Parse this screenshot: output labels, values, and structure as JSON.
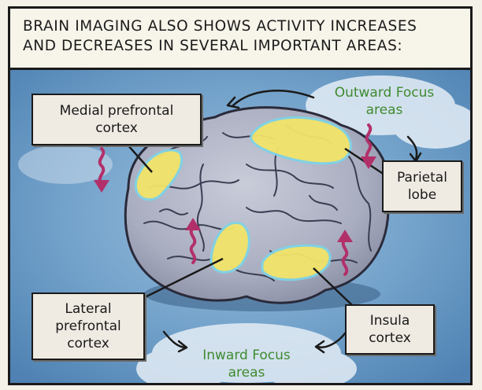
{
  "caption": {
    "line1": "Brain imaging also shows activity increases",
    "line2": "and decreases in several important areas:"
  },
  "labels": {
    "medial_prefrontal": [
      "Medial prefrontal",
      "cortex"
    ],
    "parietal": [
      "Parietal",
      "lobe"
    ],
    "lateral_prefrontal": [
      "Lateral",
      "prefrontal",
      "cortex"
    ],
    "insula": [
      "Insula",
      "cortex"
    ],
    "outward_focus": [
      "Outward Focus",
      "areas"
    ],
    "inward_focus": [
      "Inward Focus",
      "areas"
    ]
  },
  "colors": {
    "highlight": "#f2e46a",
    "arrow": "#b2306a",
    "outward_text": "#3f8a2f",
    "sky": "#6f9fc8"
  },
  "activity_arrows": [
    {
      "region": "medial prefrontal cortex",
      "direction": "down"
    },
    {
      "region": "parietal lobe",
      "direction": "down"
    },
    {
      "region": "lateral prefrontal cortex",
      "direction": "up"
    },
    {
      "region": "insula cortex",
      "direction": "up"
    }
  ]
}
